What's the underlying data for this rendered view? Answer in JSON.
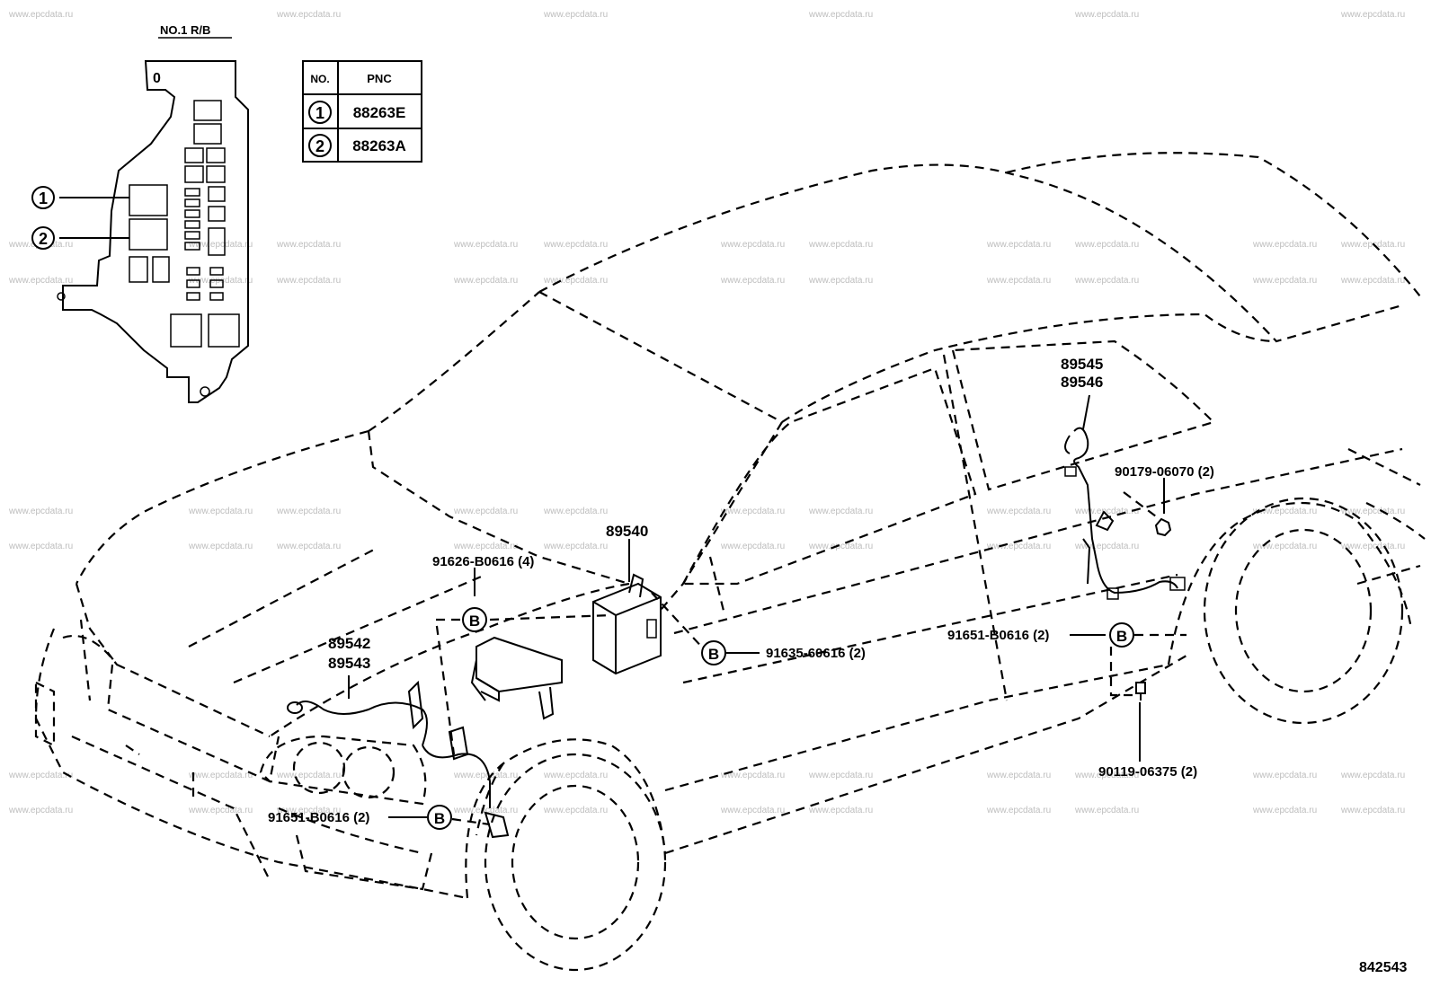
{
  "watermark": "www.epcdata.ru",
  "relay_block_title": "NO.1 R/B",
  "pnc_table": {
    "headers": [
      "NO.",
      "PNC"
    ],
    "rows": [
      {
        "no": "1",
        "pnc": "88263E"
      },
      {
        "no": "2",
        "pnc": "88263A"
      }
    ]
  },
  "callout_b": "B",
  "part_labels": {
    "p89540": "89540",
    "p91626": "91626-B0616 (4)",
    "p89542": "89542",
    "p89543": "89543",
    "p91635": "91635-60616 (2)",
    "p91651_front": "91651-B0616 (2)",
    "p89545": "89545",
    "p89546": "89546",
    "p90179": "90179-06070 (2)",
    "p91651_rear": "91651-B0616 (2)",
    "p90119": "90119-06375 (2)"
  },
  "illustration_number": "842543",
  "colors": {
    "line": "#000000",
    "watermark": "#bdbdbd",
    "background": "#ffffff"
  }
}
